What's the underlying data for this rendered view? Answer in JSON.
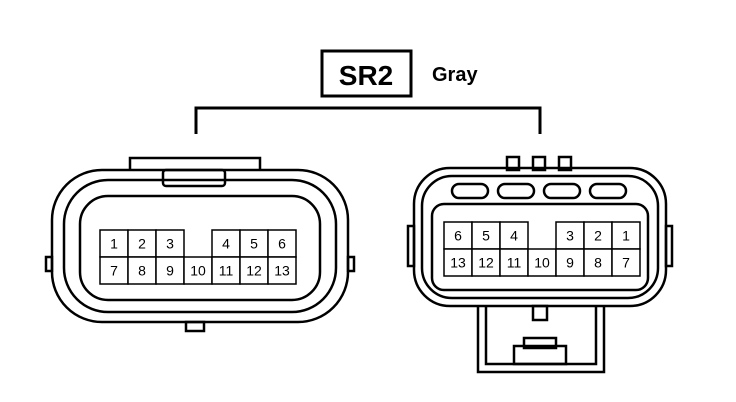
{
  "header": {
    "connector_code": "SR2",
    "connector_color": "Gray"
  },
  "left_connector": {
    "top_row": [
      "1",
      "2",
      "3",
      "",
      "4",
      "5",
      "6"
    ],
    "bottom_row": [
      "7",
      "8",
      "9",
      "10",
      "11",
      "12",
      "13"
    ]
  },
  "right_connector": {
    "top_row": [
      "6",
      "5",
      "4",
      "",
      "3",
      "2",
      "1"
    ],
    "bottom_row": [
      "13",
      "12",
      "11",
      "10",
      "9",
      "8",
      "7"
    ]
  }
}
